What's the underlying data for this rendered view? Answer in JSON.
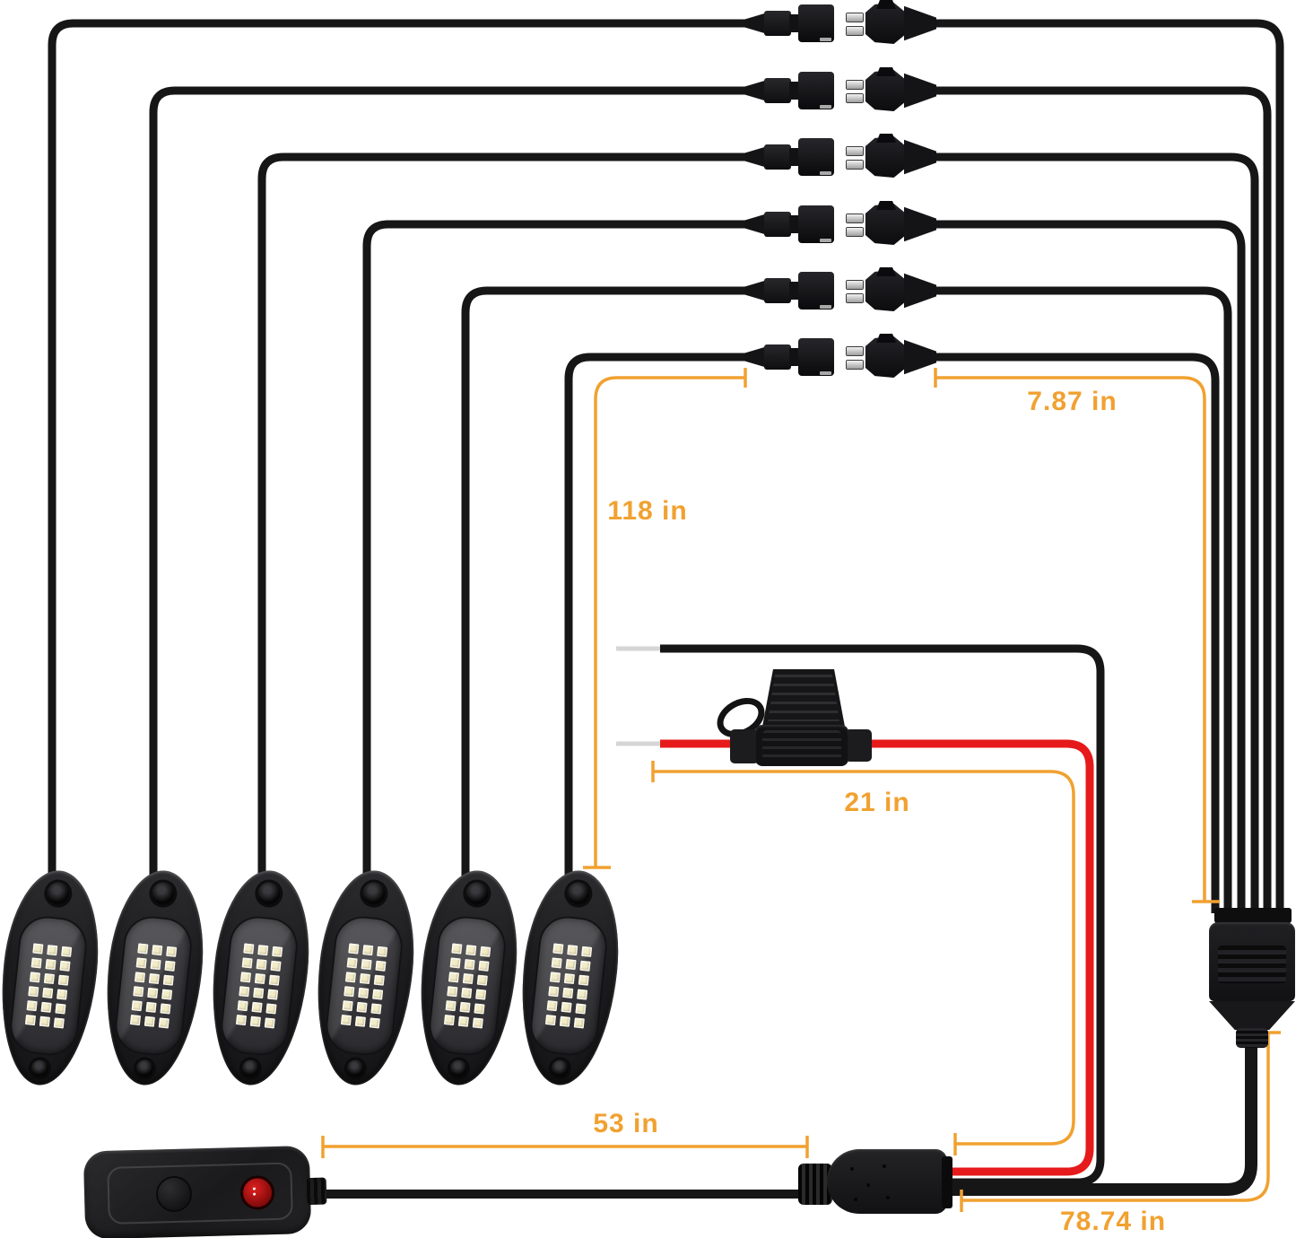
{
  "measurements": {
    "connector_pigtail": "7.87 in",
    "light_wire": "118 in",
    "power_wire": "21 in",
    "switch_wire": "53 in",
    "main_harness": "78.74 in"
  },
  "components": {
    "rock_lights": {
      "count": 6,
      "led_columns": 3,
      "led_rows": 6
    },
    "connector_pairs": {
      "count": 6
    },
    "splitter": {
      "ports": 6
    },
    "controller": {
      "has_button": true,
      "has_red_indicator": true
    },
    "fuse_holder": {
      "inline_on": "red-power-wire"
    }
  },
  "colors": {
    "accent_orange": "#F1A130",
    "wire_black": "#161616",
    "power_red": "#E61A1A",
    "wire_tip_white": "#D5D5D5",
    "led_chip": "#F2ECC9",
    "background": "#FFFFFF"
  }
}
